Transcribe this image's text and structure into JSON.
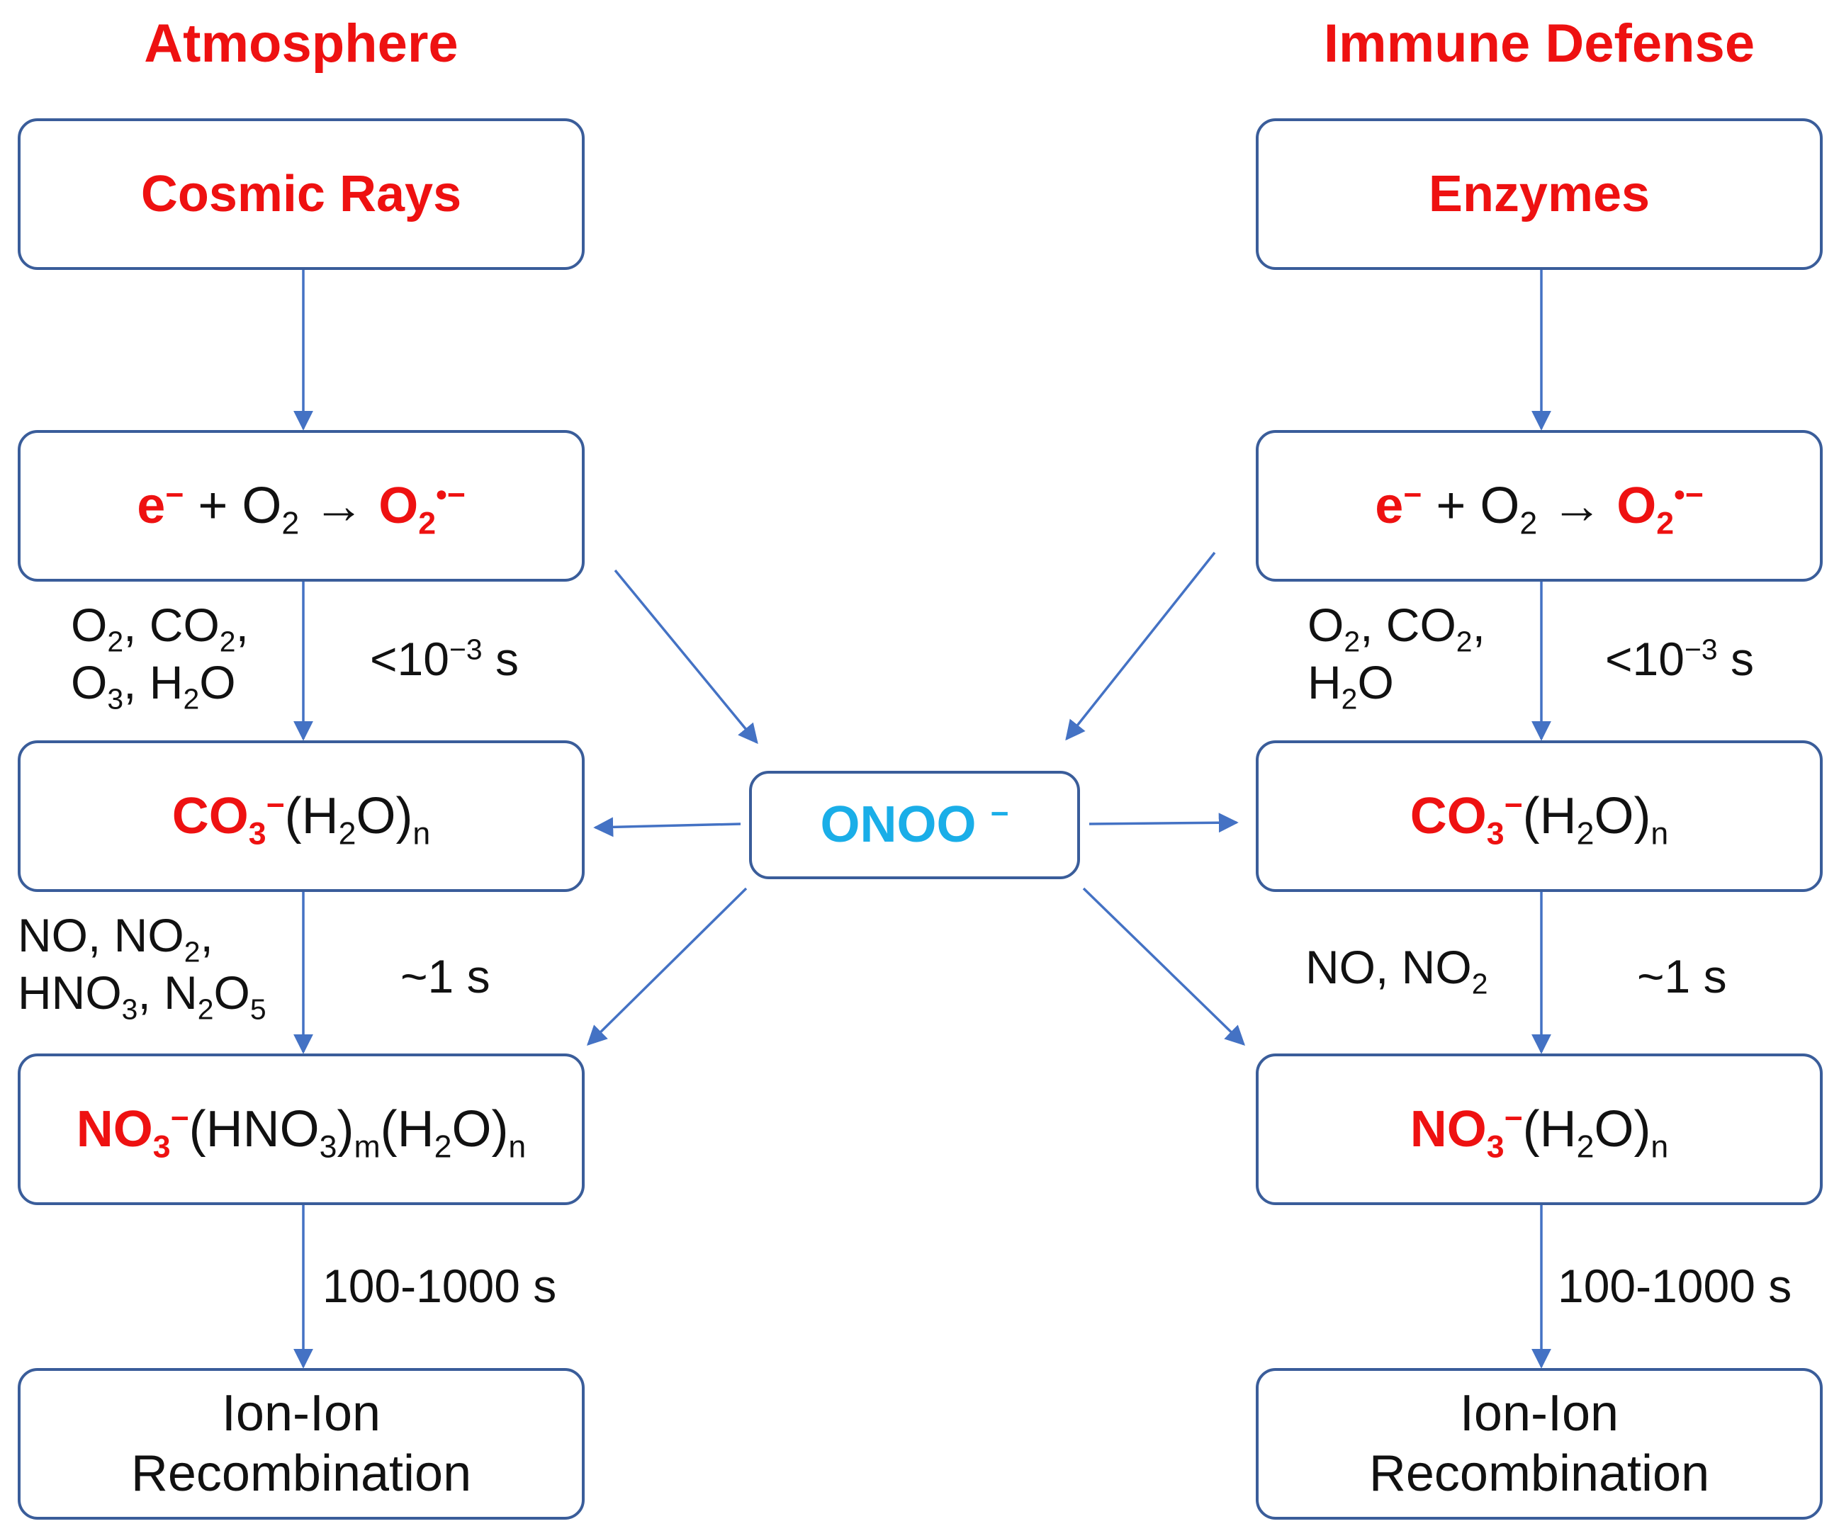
{
  "colors": {
    "accent_red": "#ee1111",
    "box_border": "#3a5d9a",
    "arrow": "#4472c4",
    "center_text": "#1aaee8"
  },
  "left": {
    "heading": "Atmosphere",
    "source": "Cosmic Rays",
    "step1": {
      "e": "e",
      "e_charge": "−",
      "plus_o": " + O",
      "o_sub": "2",
      "arrow": " → ",
      "prod": "O",
      "prod_sub": "2",
      "prod_sup": "•−"
    },
    "reactants1": {
      "a": "O",
      "a_sub": "2",
      "b": ", CO",
      "b_sub": "2",
      "b_end": ",",
      "c": "O",
      "c_sub": "3",
      "d": ", H",
      "d_sub": "2",
      "d_end": "O"
    },
    "time1": {
      "pre": "<10",
      "exp": "−3",
      "post": " s"
    },
    "step2": {
      "ion": "CO",
      "ion_sub": "3",
      "ion_sup": "−",
      "w1": "(H",
      "w_sub": "2",
      "w2": "O)",
      "n": "n"
    },
    "reactants2": {
      "a": "NO, NO",
      "a_sub": "2",
      "a_end": ",",
      "b": "HNO",
      "b_sub": "3",
      "c": ", N",
      "c_sub": "2",
      "d": "O",
      "d_sub": "5"
    },
    "time2": "~1 s",
    "step3": {
      "ion": "NO",
      "ion_sub": "3",
      "ion_sup": "−",
      "a": "(HNO",
      "a_sub": "3",
      "a_close": ")",
      "m": "m",
      "w1": "(H",
      "w_sub": "2",
      "w2": "O)",
      "n": "n"
    },
    "time3": "100-1000 s",
    "final": {
      "line1": "Ion-Ion",
      "line2": "Recombination"
    }
  },
  "center": {
    "label": "ONOO",
    "sup": "−"
  },
  "right": {
    "heading": "Immune Defense",
    "source": "Enzymes",
    "step1": {
      "e": "e",
      "e_charge": "−",
      "plus_o": " + O",
      "o_sub": "2",
      "arrow": " → ",
      "prod": "O",
      "prod_sub": "2",
      "prod_sup": "•−"
    },
    "reactants1": {
      "a": "O",
      "a_sub": "2",
      "b": ", CO",
      "b_sub": "2",
      "b_end": ",",
      "c": "H",
      "c_sub": "2",
      "c_end": "O"
    },
    "time1": {
      "pre": "<10",
      "exp": "−3",
      "post": " s"
    },
    "step2": {
      "ion": "CO",
      "ion_sub": "3",
      "ion_sup": "−",
      "w1": "(H",
      "w_sub": "2",
      "w2": "O)",
      "n": "n"
    },
    "reactants2": {
      "a": "NO, NO",
      "a_sub": "2"
    },
    "time2": "~1 s",
    "step3": {
      "ion": "NO",
      "ion_sub": "3",
      "ion_sup": "−",
      "w1": "(H",
      "w_sub": "2",
      "w2": "O)",
      "n": "n"
    },
    "time3": "100-1000 s",
    "final": {
      "line1": "Ion-Ion",
      "line2": "Recombination"
    }
  }
}
